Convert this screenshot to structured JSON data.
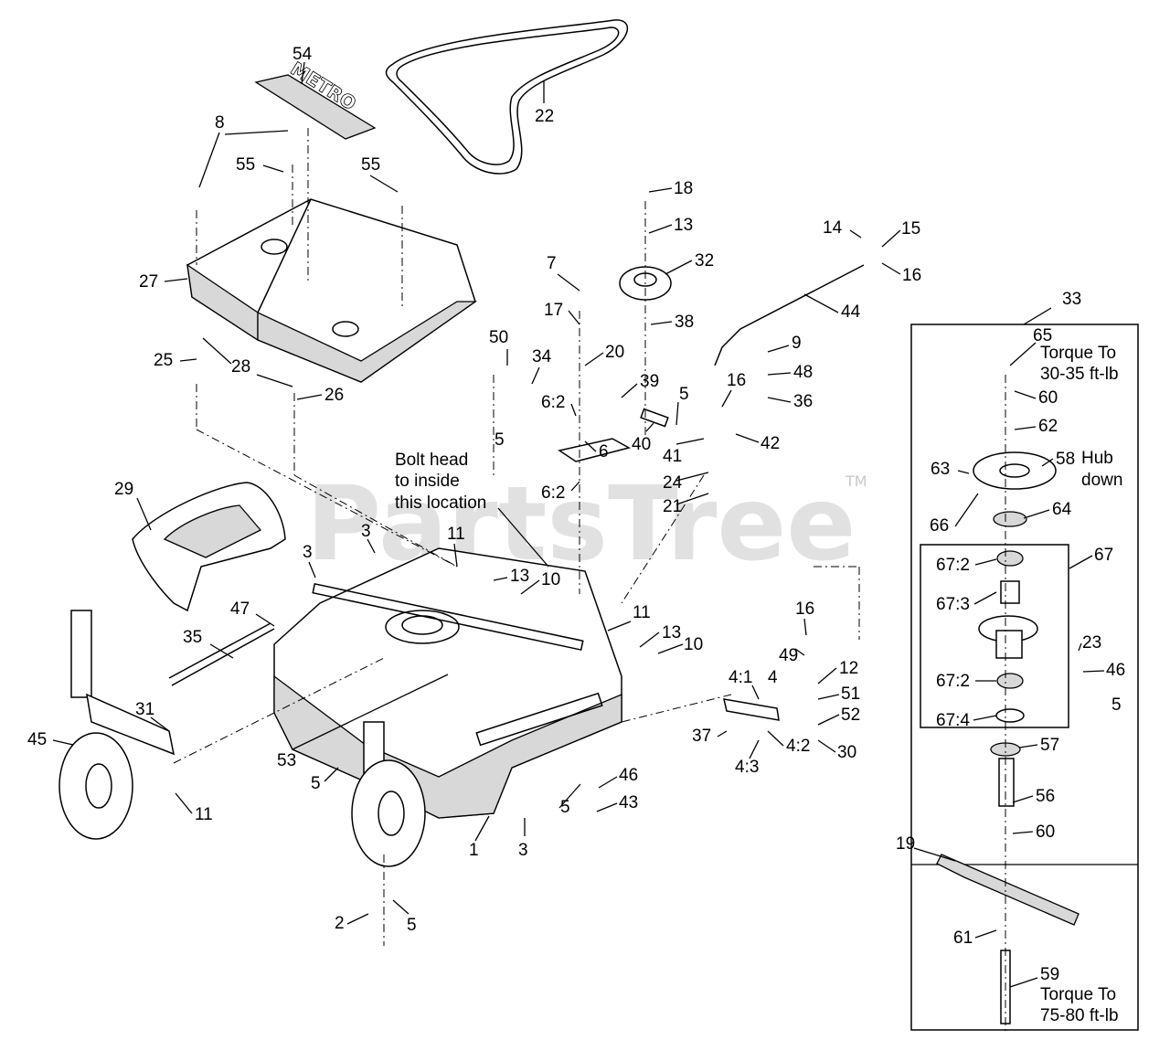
{
  "watermark": {
    "text": "PartsTree",
    "tm": "TM"
  },
  "logo_54": "METRO",
  "notes": {
    "bolt_head": [
      "Bolt head",
      "to inside",
      "this location"
    ],
    "hub_down": [
      "Hub",
      "down"
    ],
    "torque_65": [
      "Torque To",
      "30-35 ft-lb"
    ],
    "torque_59": [
      "Torque To",
      "75-80 ft-lb"
    ]
  },
  "callouts": [
    {
      "id": "c54",
      "text": "54"
    },
    {
      "id": "c22",
      "text": "22"
    },
    {
      "id": "c8",
      "text": "8"
    },
    {
      "id": "c55a",
      "text": "55"
    },
    {
      "id": "c55b",
      "text": "55"
    },
    {
      "id": "c27",
      "text": "27"
    },
    {
      "id": "c25",
      "text": "25"
    },
    {
      "id": "c28",
      "text": "28"
    },
    {
      "id": "c26",
      "text": "26"
    },
    {
      "id": "c18",
      "text": "18"
    },
    {
      "id": "c13a",
      "text": "13"
    },
    {
      "id": "c7",
      "text": "7"
    },
    {
      "id": "c32",
      "text": "32"
    },
    {
      "id": "c17",
      "text": "17"
    },
    {
      "id": "c38",
      "text": "38"
    },
    {
      "id": "c14",
      "text": "14"
    },
    {
      "id": "c15",
      "text": "15"
    },
    {
      "id": "c16a",
      "text": "16"
    },
    {
      "id": "c44",
      "text": "44"
    },
    {
      "id": "c33",
      "text": "33"
    },
    {
      "id": "c50",
      "text": "50"
    },
    {
      "id": "c34",
      "text": "34"
    },
    {
      "id": "c20",
      "text": "20"
    },
    {
      "id": "c9",
      "text": "9"
    },
    {
      "id": "c48",
      "text": "48"
    },
    {
      "id": "c36",
      "text": "36"
    },
    {
      "id": "c65",
      "text": "65"
    },
    {
      "id": "c60a",
      "text": "60"
    },
    {
      "id": "c62",
      "text": "62"
    },
    {
      "id": "c39",
      "text": "39"
    },
    {
      "id": "c6_2a",
      "text": "6:2"
    },
    {
      "id": "c5a",
      "text": "5"
    },
    {
      "id": "c5b",
      "text": "5"
    },
    {
      "id": "c16b",
      "text": "16"
    },
    {
      "id": "c42",
      "text": "42"
    },
    {
      "id": "c40",
      "text": "40"
    },
    {
      "id": "c41",
      "text": "41"
    },
    {
      "id": "c6",
      "text": "6"
    },
    {
      "id": "c24",
      "text": "24"
    },
    {
      "id": "c58",
      "text": "58"
    },
    {
      "id": "c63",
      "text": "63"
    },
    {
      "id": "c6_2b",
      "text": "6:2"
    },
    {
      "id": "c21",
      "text": "21"
    },
    {
      "id": "c29",
      "text": "29"
    },
    {
      "id": "c66",
      "text": "66"
    },
    {
      "id": "c64",
      "text": "64"
    },
    {
      "id": "c3a",
      "text": "3"
    },
    {
      "id": "c11a",
      "text": "11"
    },
    {
      "id": "c3b",
      "text": "3"
    },
    {
      "id": "c13b",
      "text": "13"
    },
    {
      "id": "c10a",
      "text": "10"
    },
    {
      "id": "c67_2a",
      "text": "67:2"
    },
    {
      "id": "c67",
      "text": "67"
    },
    {
      "id": "c67_3",
      "text": "67:3"
    },
    {
      "id": "c16c",
      "text": "16"
    },
    {
      "id": "c47",
      "text": "47"
    },
    {
      "id": "c11b",
      "text": "11"
    },
    {
      "id": "c35",
      "text": "35"
    },
    {
      "id": "c13c",
      "text": "13"
    },
    {
      "id": "c10b",
      "text": "10"
    },
    {
      "id": "c49",
      "text": "49"
    },
    {
      "id": "c23",
      "text": "23"
    },
    {
      "id": "c12",
      "text": "12"
    },
    {
      "id": "c46a",
      "text": "46"
    },
    {
      "id": "c67_2b",
      "text": "67:2"
    },
    {
      "id": "c4_1",
      "text": "4:1"
    },
    {
      "id": "c4",
      "text": "4"
    },
    {
      "id": "c51",
      "text": "51"
    },
    {
      "id": "c31",
      "text": "31"
    },
    {
      "id": "c5c",
      "text": "5"
    },
    {
      "id": "c67_4",
      "text": "67:4"
    },
    {
      "id": "c52",
      "text": "52"
    },
    {
      "id": "c45",
      "text": "45"
    },
    {
      "id": "c37",
      "text": "37"
    },
    {
      "id": "c4_2",
      "text": "4:2"
    },
    {
      "id": "c30",
      "text": "30"
    },
    {
      "id": "c53",
      "text": "53"
    },
    {
      "id": "c57",
      "text": "57"
    },
    {
      "id": "c4_3",
      "text": "4:3"
    },
    {
      "id": "c5d",
      "text": "5"
    },
    {
      "id": "c46b",
      "text": "46"
    },
    {
      "id": "c11c",
      "text": "11"
    },
    {
      "id": "c5e",
      "text": "5"
    },
    {
      "id": "c56",
      "text": "56"
    },
    {
      "id": "c43",
      "text": "43"
    },
    {
      "id": "c1",
      "text": "1"
    },
    {
      "id": "c60b",
      "text": "60"
    },
    {
      "id": "c3c",
      "text": "3"
    },
    {
      "id": "c19",
      "text": "19"
    },
    {
      "id": "c2",
      "text": "2"
    },
    {
      "id": "c5f",
      "text": "5"
    },
    {
      "id": "c61",
      "text": "61"
    },
    {
      "id": "c59",
      "text": "59"
    }
  ]
}
